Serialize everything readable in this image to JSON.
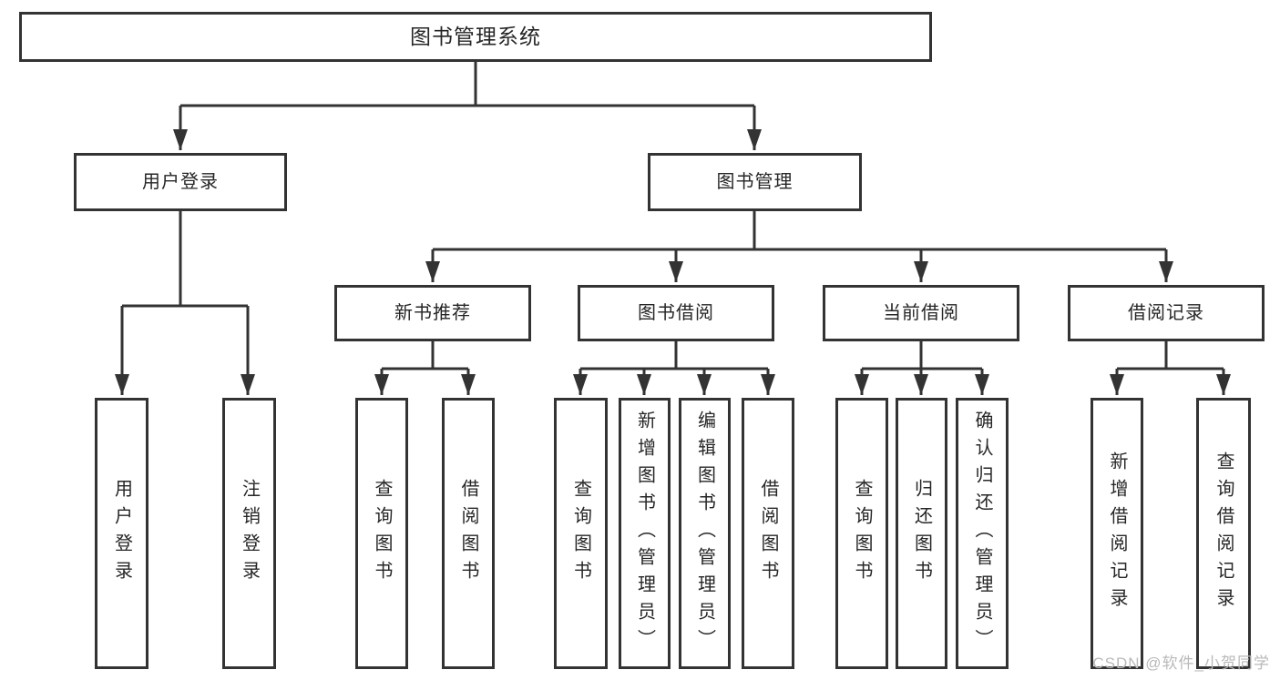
{
  "diagram": {
    "watermark": "CSDN @软件_小贺同学",
    "colors": {
      "line": "#333333",
      "box_border": "#333333",
      "box_fill": "#ffffff",
      "text": "#262626",
      "watermark": "#b9b9b9",
      "background": "#ffffff"
    },
    "root": {
      "label": "图书管理系统",
      "children": [
        {
          "label": "用户登录",
          "children": [
            {
              "label": "用户登录"
            },
            {
              "label": "注销登录"
            }
          ]
        },
        {
          "label": "图书管理",
          "children": [
            {
              "label": "新书推荐",
              "children": [
                {
                  "label": "查询图书"
                },
                {
                  "label": "借阅图书"
                }
              ]
            },
            {
              "label": "图书借阅",
              "children": [
                {
                  "label": "查询图书"
                },
                {
                  "label": "新增图书（管理员）"
                },
                {
                  "label": "编辑图书（管理员）"
                },
                {
                  "label": "借阅图书"
                }
              ]
            },
            {
              "label": "当前借阅",
              "children": [
                {
                  "label": "查询图书"
                },
                {
                  "label": "归还图书"
                },
                {
                  "label": "确认归还（管理员）"
                }
              ]
            },
            {
              "label": "借阅记录",
              "children": [
                {
                  "label": "新增借阅记录"
                },
                {
                  "label": "查询借阅记录"
                }
              ]
            }
          ]
        }
      ]
    }
  }
}
